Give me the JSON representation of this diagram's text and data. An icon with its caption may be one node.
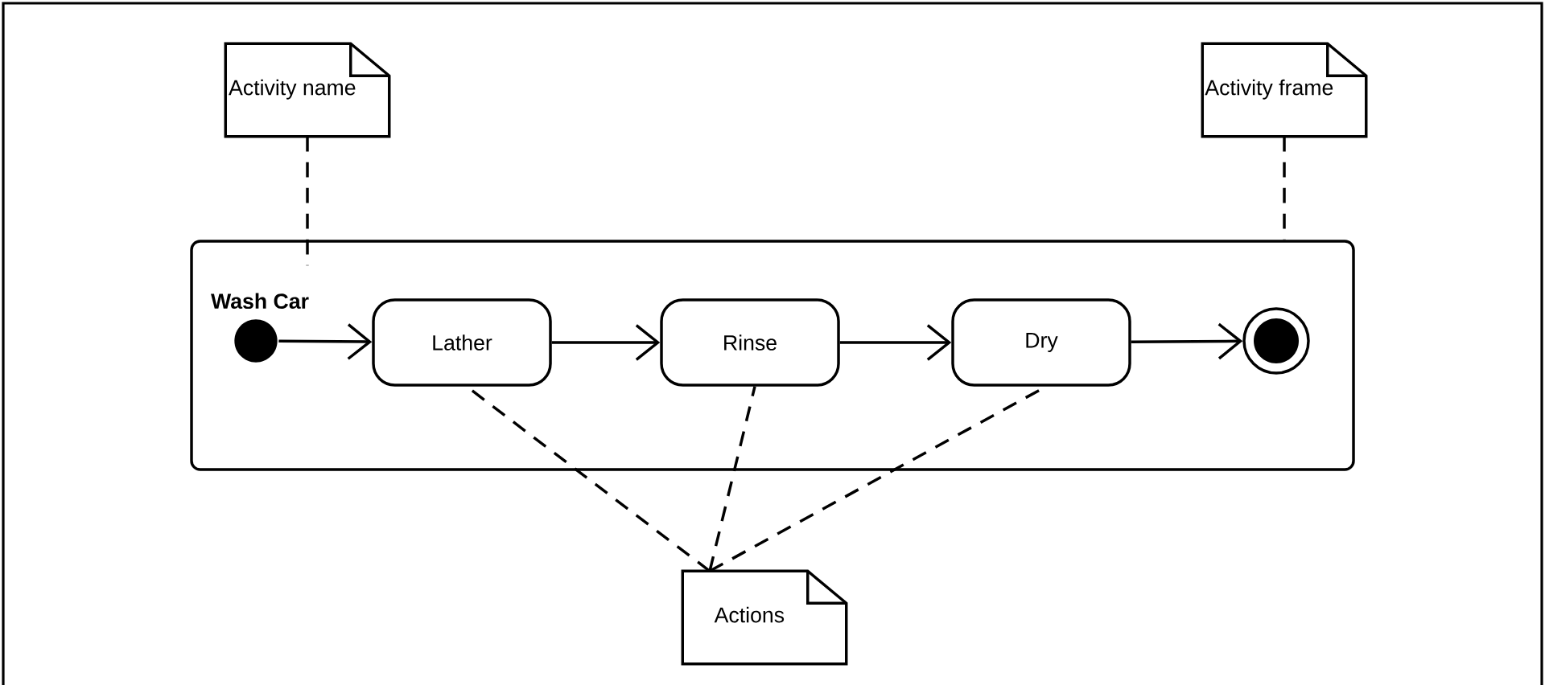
{
  "diagram": {
    "nodes": [
      {
        "text": [
          "Activity name"
        ]
      },
      {
        "text": [
          "Activity frame"
        ]
      },
      {
        "text": [
          "Wash Car"
        ]
      },
      {
        "text": [],
        "shape": "circle",
        "in": 2
      },
      {
        "text": [
          "Lather"
        ],
        "in": 2
      },
      {
        "text": [
          "Rinse"
        ],
        "in": 2
      },
      {
        "text": [
          "Dry"
        ],
        "in": 2
      },
      {
        "text": [],
        "shape": "circle",
        "in": 2
      },
      {
        "text": [
          "Actions"
        ]
      }
    ],
    "edges": [
      {
        "from": 0,
        "to": 2,
        "arrow": "none",
        "style": "dashed"
      },
      {
        "from": 1,
        "to": 2,
        "arrow": "none",
        "style": "dashed"
      },
      {
        "from": 3,
        "to": 4,
        "arrow": "to"
      },
      {
        "from": 4,
        "to": 5,
        "arrow": "to"
      },
      {
        "from": 5,
        "to": 6,
        "arrow": "to"
      },
      {
        "from": 6,
        "to": 7,
        "arrow": "to"
      },
      {
        "from": 8,
        "to": 4,
        "arrow": "none",
        "style": "dashed"
      },
      {
        "from": 8,
        "to": 5,
        "arrow": "none",
        "style": "dashed"
      },
      {
        "from": 8,
        "to": 6,
        "arrow": "none",
        "style": "dashed"
      }
    ]
  }
}
